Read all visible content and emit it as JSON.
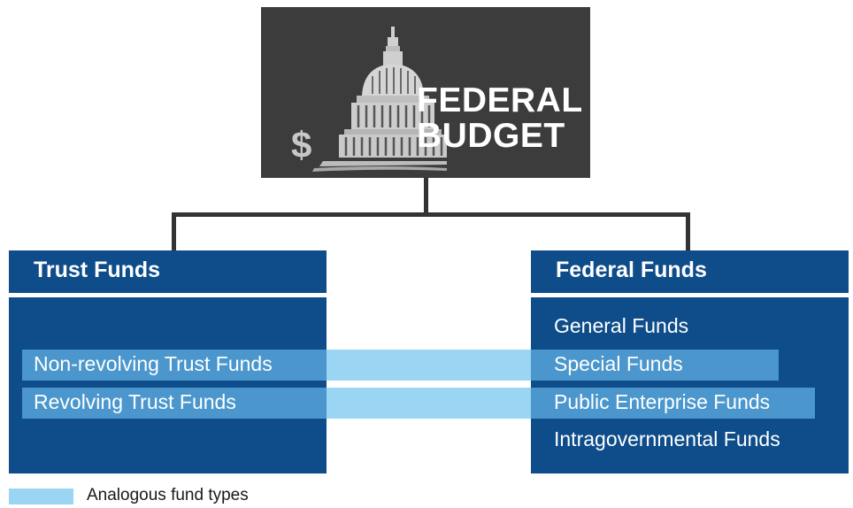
{
  "budget": {
    "title_line1": "FEDERAL",
    "title_line2": "BUDGET",
    "icon": "capitol-dollar-icon"
  },
  "trust_funds": {
    "header": "Trust Funds",
    "items": [
      "Non-revolving Trust Funds",
      "Revolving Trust Funds"
    ]
  },
  "federal_funds": {
    "header": "Federal Funds",
    "items": [
      "General Funds",
      "Special Funds",
      "Public Enterprise Funds",
      "Intragovernmental Funds"
    ]
  },
  "legend": {
    "label": "Analogous fund types",
    "color": "#9ad6f3"
  },
  "colors": {
    "panel": "#0e4c8a",
    "budget_box": "#3c3c3c",
    "highlight_light": "#9ad6f3",
    "highlight_mid": "#4b97cd"
  }
}
